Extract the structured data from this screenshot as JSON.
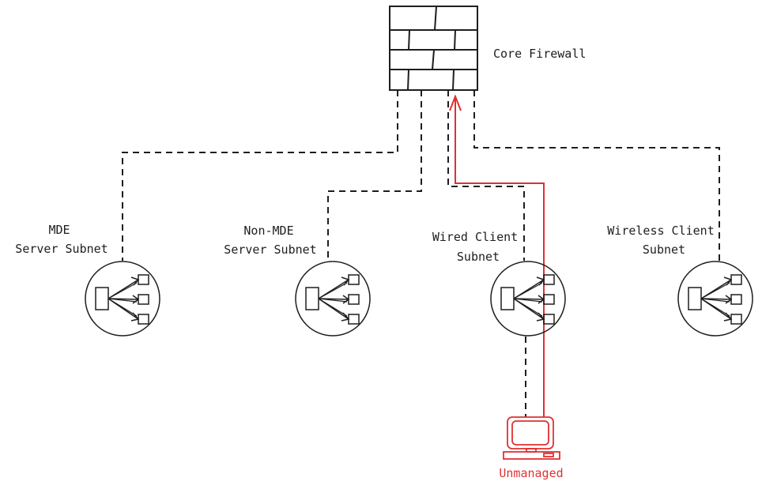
{
  "diagram": {
    "firewall": {
      "label": "Core Firewall",
      "icon": "firewall-brick-icon"
    },
    "subnets": [
      {
        "line1": "MDE",
        "line2": "Server Subnet",
        "icon": "switch-icon"
      },
      {
        "line1": "Non-MDE",
        "line2": "Server Subnet",
        "icon": "switch-icon"
      },
      {
        "line1": "Wired Client",
        "line2": "Subnet",
        "icon": "switch-icon"
      },
      {
        "line1": "Wireless Client",
        "line2": "Subnet",
        "icon": "switch-icon"
      }
    ],
    "device": {
      "label": "Unmanaged",
      "icon": "computer-icon"
    },
    "colors": {
      "stroke": "#1e1e1e",
      "highlight": "#e03131"
    }
  }
}
